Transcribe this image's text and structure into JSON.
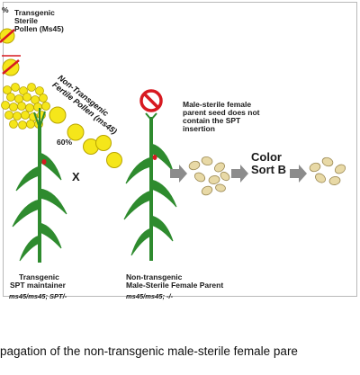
{
  "labels": {
    "percent_top": "%",
    "transgenic_pollen": [
      "Transgenic",
      "Sterile",
      "Pollen (Ms45)"
    ],
    "non_transgenic_pollen": [
      "Non-Transgenic",
      "Fertile Pollen (ms45)"
    ],
    "percent_60": "60%",
    "cross": "X",
    "seed_note": [
      "Male-sterile female",
      "parent seed does not",
      "contain the SPT",
      "insertion"
    ],
    "color_sort": [
      "Color",
      "Sort B"
    ],
    "maintainer_name": [
      "Transgenic",
      "SPT maintainer"
    ],
    "maintainer_genotype": "ms45/ms45; SPT/-",
    "female_name": [
      "Non-transgenic",
      "Male-Sterile Female Parent"
    ],
    "female_genotype": "ms45/ms45; -/-",
    "caption": "pagation of the non-transgenic male-sterile female pare"
  },
  "colors": {
    "pollen_yellow": "#f5e61a",
    "pollen_outline": "#b8a400",
    "plant_green": "#2e8b2e",
    "prohibit_red": "#d71920",
    "arrow_gray": "#8c8c8c",
    "seed_tan": "#e8d9a6"
  }
}
